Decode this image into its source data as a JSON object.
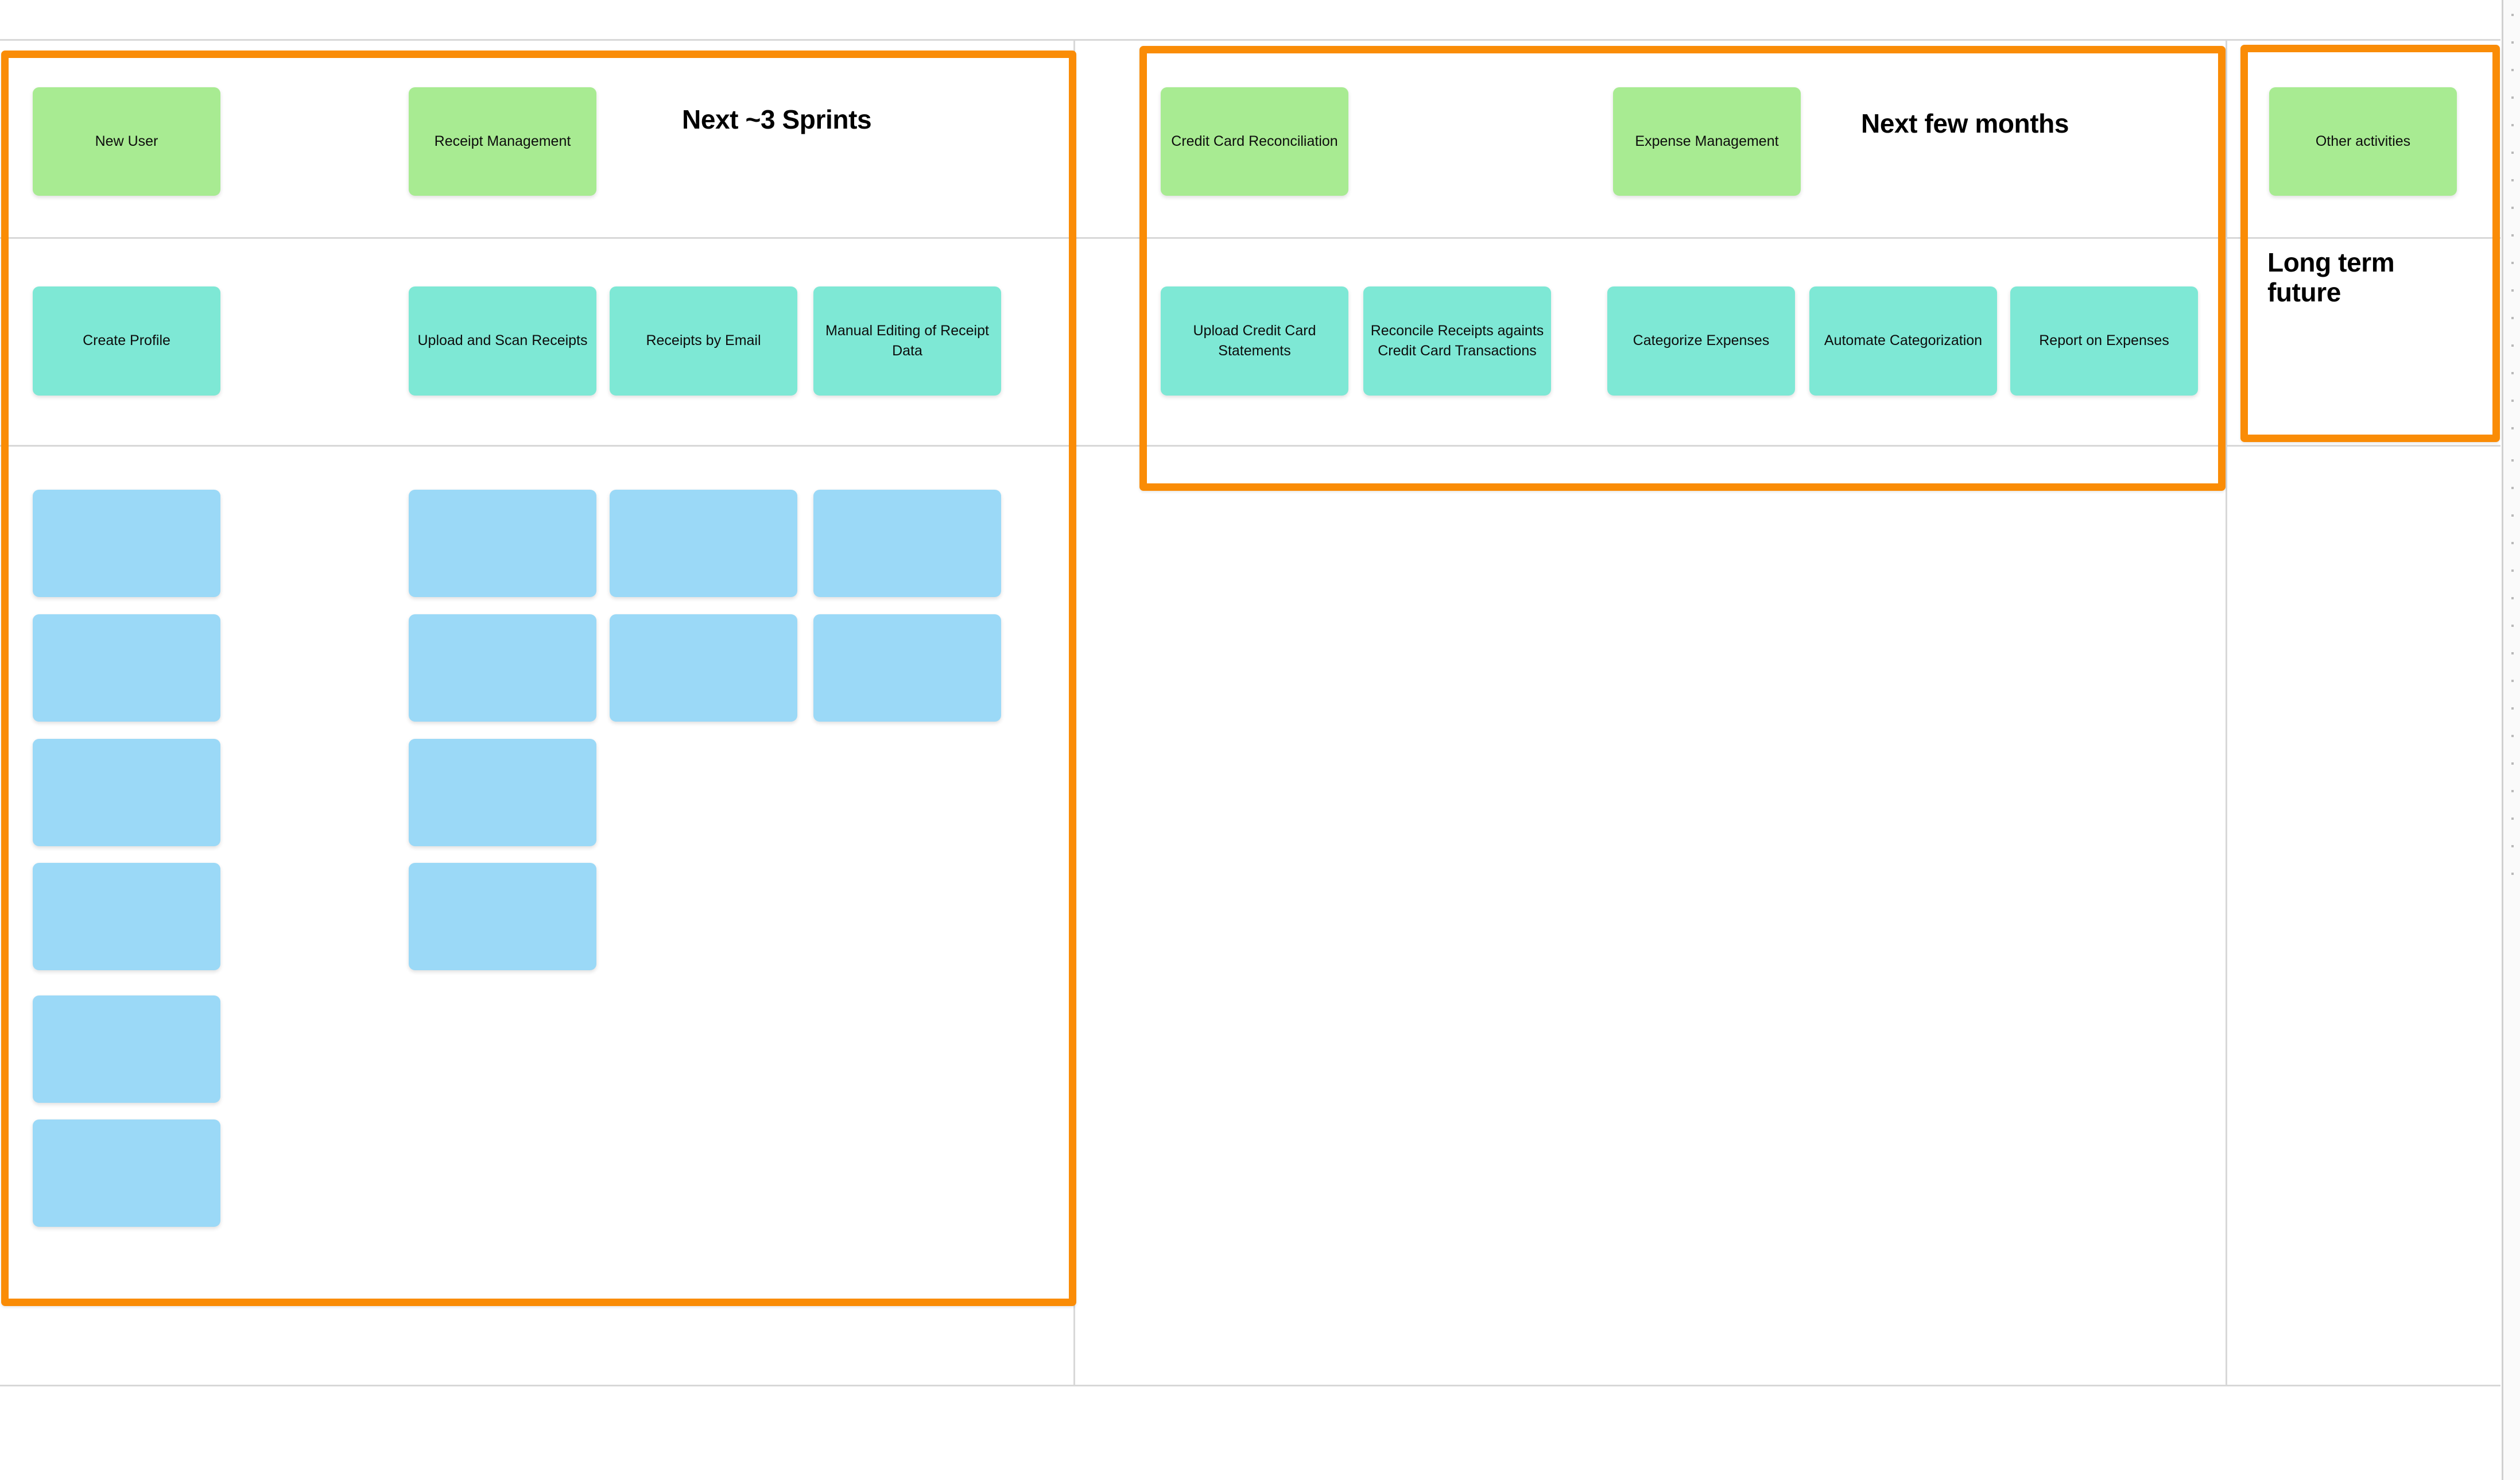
{
  "board": {
    "type": "user-story-map",
    "colors": {
      "release_border": "#FA8C06",
      "activity_card": "#A8EB92",
      "story_card": "#7EE8D5",
      "task_card": "#9BD9F7",
      "grid_line": "#D8D8D8",
      "canvas": "#FFFFFF"
    }
  },
  "releases": [
    {
      "id": "release-1",
      "title": "Next ~3 Sprints"
    },
    {
      "id": "release-2",
      "title": "Next few months"
    },
    {
      "id": "release-3",
      "title": "Long term future"
    }
  ],
  "activities": [
    {
      "label": "New User",
      "release": "release-1"
    },
    {
      "label": "Receipt Management",
      "release": "release-1"
    },
    {
      "label": "Credit Card Reconciliation",
      "release": "release-2"
    },
    {
      "label": "Expense Management",
      "release": "release-2"
    },
    {
      "label": "Other activities",
      "release": "release-3"
    }
  ],
  "stories": [
    {
      "label": "Create Profile"
    },
    {
      "label": "Upload and Scan Receipts"
    },
    {
      "label": "Receipts by Email"
    },
    {
      "label": "Manual Editing of Receipt Data"
    },
    {
      "label": "Upload Credit Card Statements"
    },
    {
      "label": "Reconcile Receipts againts Credit Card Transactions"
    },
    {
      "label": "Categorize Expenses"
    },
    {
      "label": "Automate Categorization"
    },
    {
      "label": "Report on Expenses"
    }
  ],
  "tasks": {
    "note": "blank task cards",
    "column_counts": [
      6,
      4,
      2,
      2
    ]
  },
  "empty_label": ""
}
